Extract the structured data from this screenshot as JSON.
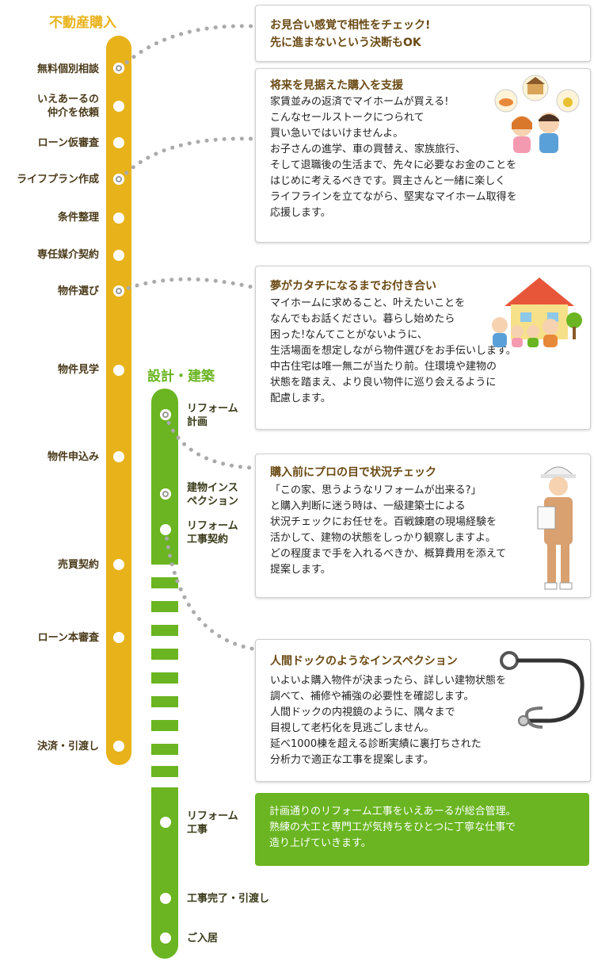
{
  "headers": {
    "purchase": "不動産購入",
    "design": "設計・建築"
  },
  "purchase_steps": [
    "無料個別相談",
    "いえあーるの",
    "仲介を依頼",
    "ローン仮審査",
    "ライフプラン作成",
    "条件整理",
    "専任媒介契約",
    "物件選び",
    "物件見学",
    "物件申込み",
    "売買契約",
    "ローン本審査",
    "決済・引渡し"
  ],
  "design_steps": [
    {
      "line1": "リフォーム",
      "line2": "計画"
    },
    {
      "line1": "建物インス",
      "line2": "ペクション"
    },
    {
      "line1": "リフォーム",
      "line2": "工事契約"
    },
    {
      "line1": "リフォーム",
      "line2": "工事"
    },
    {
      "line1": "工事完了・引渡し",
      "line2": ""
    },
    {
      "line1": "ご入居",
      "line2": ""
    }
  ],
  "boxes": [
    {
      "title": "お見合い感覚で相性をチェック!",
      "lines": [
        "先に進まないという決断もOK"
      ]
    },
    {
      "title": "将来を見据えた購入を支援",
      "lines": [
        "家賃並みの返済でマイホームが買える!",
        "こんなセールストークにつられて",
        "買い急いではいけませんよ。",
        "お子さんの進学、車の買替え、家族旅行、",
        "そして退職後の生活まで、先々に必要なお金のことを",
        "はじめに考えるべきです。買主さんと一緒に楽しく",
        "ライフラインを立てながら、堅実なマイホーム取得を",
        "応援します。"
      ]
    },
    {
      "title": "夢がカタチになるまでお付き合い",
      "lines": [
        "マイホームに求めること、叶えたいことを",
        "なんでもお話ください。暮らし始めたら",
        "困った!なんてことがないように、",
        "生活場面を想定しながら物件選びをお手伝いします。",
        "中古住宅は唯一無二が当たり前。住環境や建物の",
        "状態を踏まえ、より良い物件に巡り会えるように",
        "配慮します。"
      ]
    },
    {
      "title": "購入前にプロの目で状況チェック",
      "lines": [
        "「この家、思うようなリフォームが出来る?」",
        "と購入判断に迷う時は、一級建築士による",
        "状況チェックにお任せを。百戦錬磨の現場経験を",
        "活かして、建物の状態をしっかり観察しますよ。",
        "どの程度まで手を入れるべきか、概算費用を添えて",
        "提案します。"
      ]
    },
    {
      "title": "人間ドックのようなインスペクション",
      "lines": [
        "いよいよ購入物件が決まったら、詳しい建物状態を",
        "調べて、補修や補強の必要性を確認します。",
        "人間ドックの内視鏡のように、隅々まで",
        "目視して老朽化を見逃ごしません。",
        "延べ1000棟を超える診断実績に裏打ちされた",
        "分析力で適正な工事を提案します。"
      ]
    }
  ],
  "green_box": {
    "lines": [
      "計画通りのリフォーム工事をいえあーるが総合管理。",
      "熟練の大工と専門工が気持ちをひとつに丁寧な仕事で",
      "造り上げていきます。"
    ]
  },
  "colors": {
    "purchase_track": "#e8b21a",
    "design_track": "#6ab521",
    "title_text": "#6a4a14"
  },
  "icons": [
    "family-thinking-icon",
    "house-family-icon",
    "architect-icon",
    "stethoscope-icon"
  ]
}
